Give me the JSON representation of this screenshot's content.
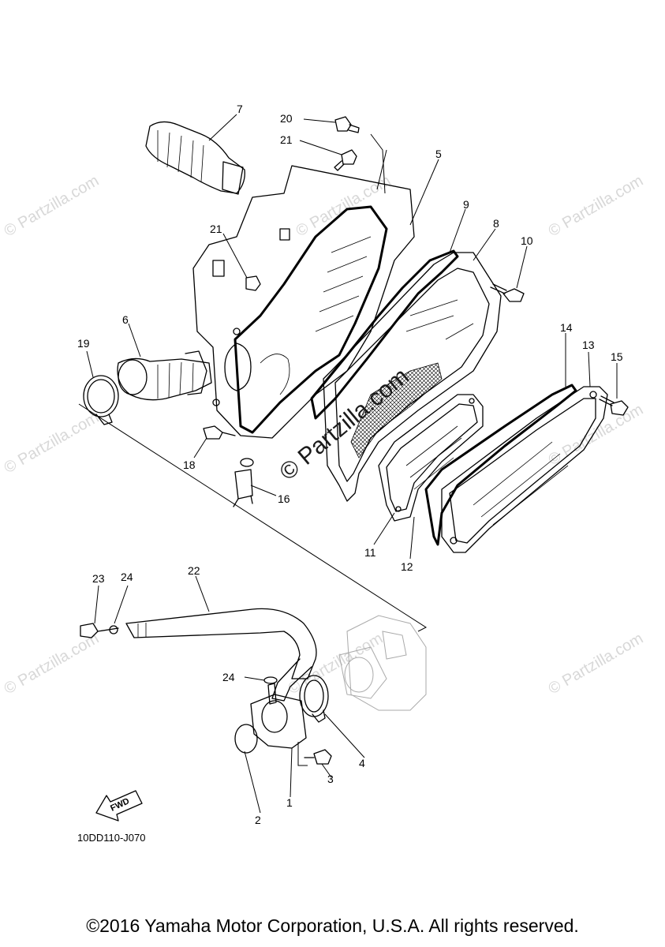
{
  "watermarks": {
    "small": "© Partzilla.com",
    "large": "© Partzilla.com"
  },
  "callouts": [
    {
      "id": "c1",
      "text": "1"
    },
    {
      "id": "c2",
      "text": "2"
    },
    {
      "id": "c3",
      "text": "3"
    },
    {
      "id": "c4",
      "text": "4"
    },
    {
      "id": "c5",
      "text": "5"
    },
    {
      "id": "c6",
      "text": "6"
    },
    {
      "id": "c7",
      "text": "7"
    },
    {
      "id": "c8",
      "text": "8"
    },
    {
      "id": "c9",
      "text": "9"
    },
    {
      "id": "c10",
      "text": "10"
    },
    {
      "id": "c11",
      "text": "11"
    },
    {
      "id": "c12",
      "text": "12"
    },
    {
      "id": "c13",
      "text": "13"
    },
    {
      "id": "c14",
      "text": "14"
    },
    {
      "id": "c15",
      "text": "15"
    },
    {
      "id": "c16",
      "text": "16"
    },
    {
      "id": "c18",
      "text": "18"
    },
    {
      "id": "c19",
      "text": "19"
    },
    {
      "id": "c20",
      "text": "20"
    },
    {
      "id": "c21a",
      "text": "21"
    },
    {
      "id": "c21b",
      "text": "21"
    },
    {
      "id": "c22",
      "text": "22"
    },
    {
      "id": "c23",
      "text": "23"
    },
    {
      "id": "c24a",
      "text": "24"
    },
    {
      "id": "c24b",
      "text": "24"
    }
  ],
  "fwd_label": "FWD",
  "drawing_code": "10DD110-J070",
  "copyright": "©2016 Yamaha Motor Corporation, U.S.A. All rights reserved."
}
